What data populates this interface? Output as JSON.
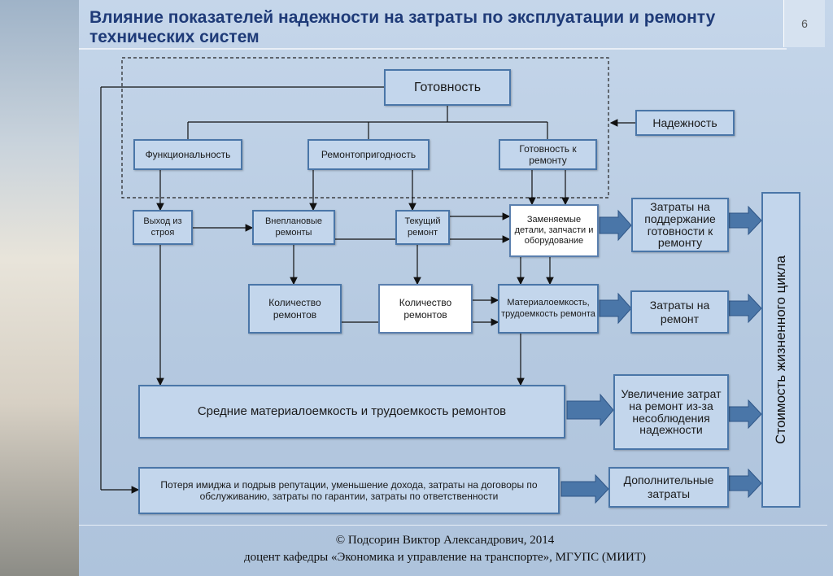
{
  "title": "Влияние показателей надежности на затраты по эксплуатации и ремонту технических систем",
  "page_number": "6",
  "footer": {
    "line1": "© Подсорин Виктор Александрович, 2014",
    "line2": "доцент кафедры «Экономика и управление на транспорте», МГУПС (МИИТ)"
  },
  "nodes": {
    "gotovnost": "Готовность",
    "nadezhnost": "Надежность",
    "funktsionalnost": "Функциональность",
    "remontoprigodnost": "Ремонтопригодность",
    "gotovnost_k_remontu": "Готовность к ремонту",
    "vyhod_iz_stroya": "Выход из строя",
    "vneplanovye_remonty": "Внеплановые ремонты",
    "tekushchiy_remont": "Текущий ремонт",
    "zamenyaemye_detali": "Заменяемые детали, запчасти и оборудование",
    "zatraty_gotovnost": "Затраты на поддержание готовности к ремонту",
    "kolichestvo_remontov_1": "Количество ремонтов",
    "kolichestvo_remontov_2": "Количество ремонтов",
    "materialoemkost": "Материалоемкость, трудоемкость ремонта",
    "zatraty_remont": "Затраты на ремонт",
    "srednie": "Средние материалоемкость  и трудоемкость ремонтов",
    "uvelichenie": "Увеличение затрат на ремонт из-за несоблюдения надежности",
    "poterya": "Потеря имиджа и подрыв репутации, уменьшение дохода, затраты на договоры по обслуживанию, затраты по гарантии, затраты по ответственности",
    "dopolnitelnye": "Дополнительные затраты",
    "stoimost": "Стоимость жизненного цикла"
  }
}
